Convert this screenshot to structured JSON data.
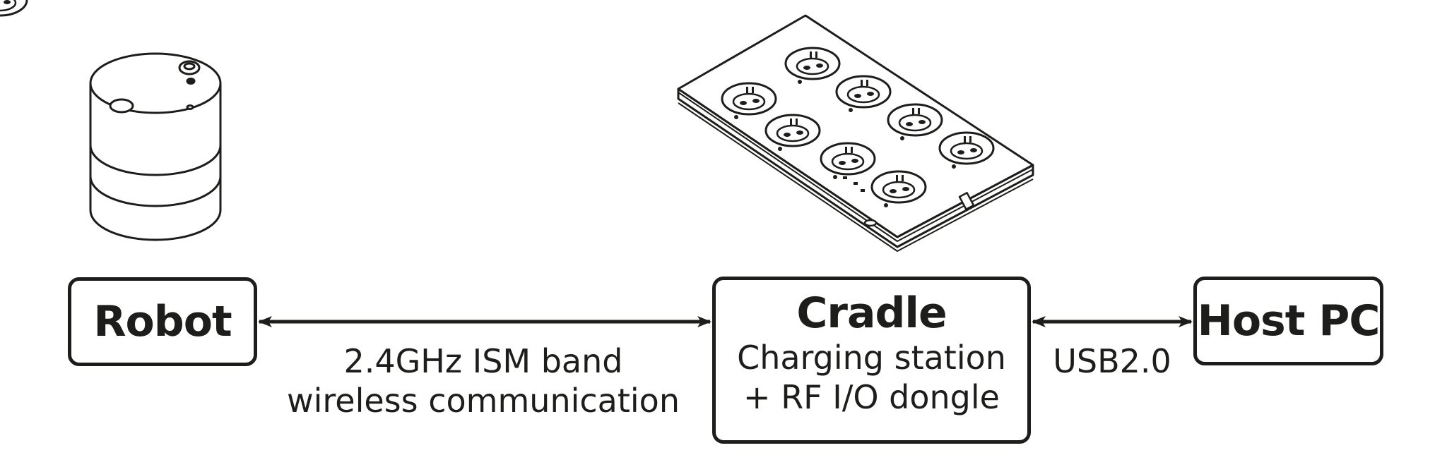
{
  "nodes": {
    "robot": {
      "title": "Robot"
    },
    "cradle": {
      "title": "Cradle",
      "line1": "Charging station",
      "line2": "+ RF I/O dongle"
    },
    "host": {
      "title": "Host PC"
    }
  },
  "links": {
    "wireless": {
      "line1": "2.4GHz ISM band",
      "line2": "wireless communication"
    },
    "usb": {
      "label": "USB2.0"
    }
  },
  "colors": {
    "ink": "#1d1d1b",
    "background": "#ffffff"
  }
}
